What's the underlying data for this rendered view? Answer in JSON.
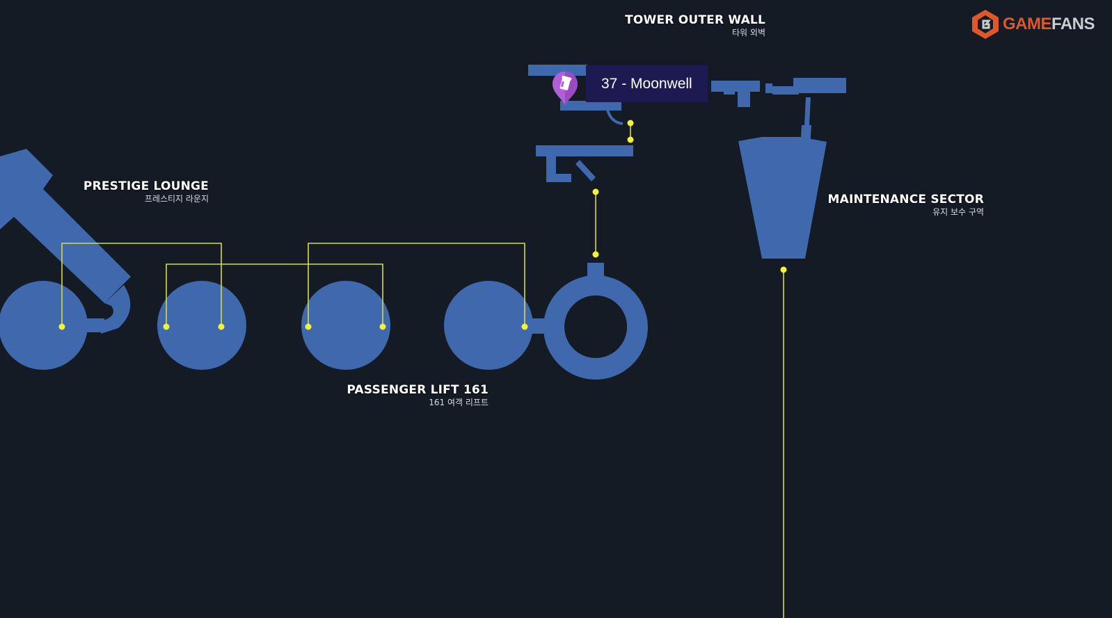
{
  "map": {
    "background_color": "#141b24",
    "room_color": "#3f68ad",
    "connector_color": "#e2e84a"
  },
  "areas": {
    "tower_outer_wall": {
      "name": "TOWER OUTER WALL",
      "name_ko": "타워 외벽"
    },
    "prestige_lounge": {
      "name": "PRESTIGE LOUNGE",
      "name_ko": "프레스티지 라운지"
    },
    "maintenance_sector": {
      "name": "MAINTENANCE SECTOR",
      "name_ko": "유지 보수 구역"
    },
    "passenger_lift": {
      "name": "PASSENGER LIFT 161",
      "name_ko": "161 여객 리프트"
    }
  },
  "marker": {
    "label": "37 - Moonwell",
    "icon": "moonwell-map-pin-icon",
    "color": "#b05fd6"
  },
  "logo": {
    "part1": "GAME",
    "part2": "FANS",
    "icon": "gamefans-logo-icon",
    "accent": "#e0582a"
  }
}
